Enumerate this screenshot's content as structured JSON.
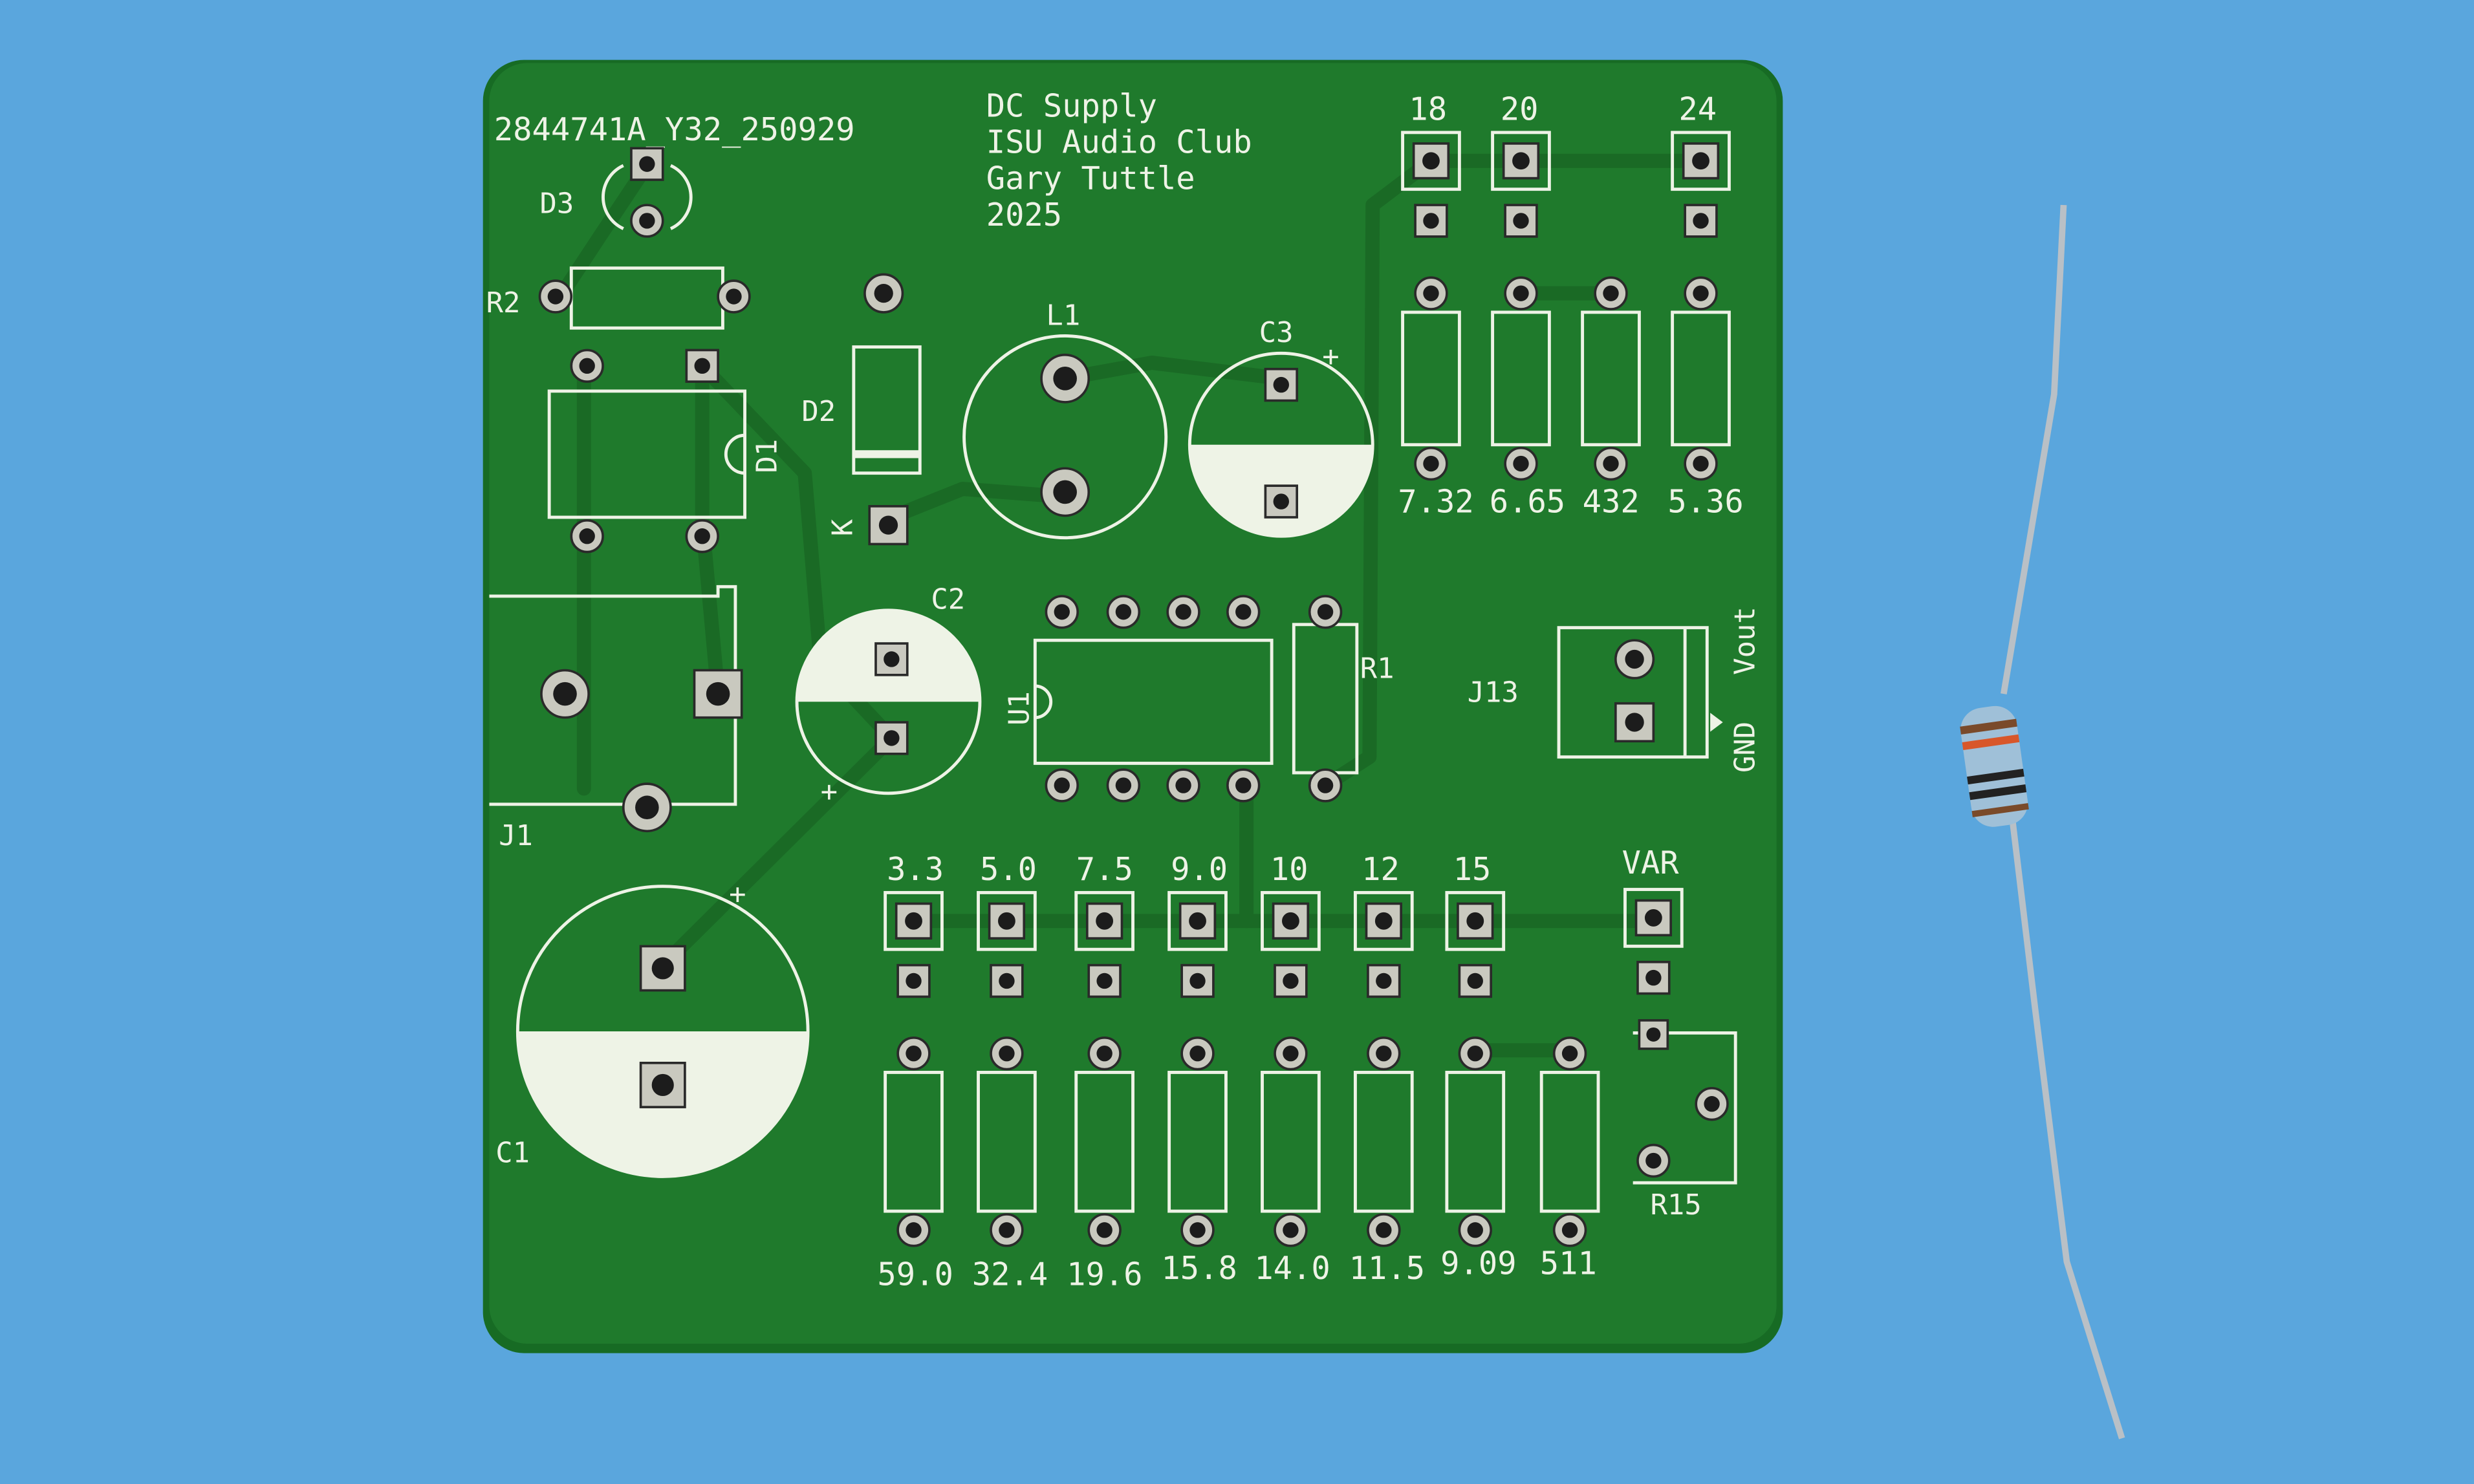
{
  "board": {
    "order_code": "2844741A_Y32_250929",
    "title_lines": [
      "DC Supply",
      "ISU Audio Club",
      "Gary Tuttle",
      "2025"
    ],
    "colors": {
      "background": "#5aa6dd",
      "solder_mask": "#1f7a2c",
      "silkscreen": "#eef3e6"
    }
  },
  "refdes": {
    "d3": "D3",
    "r2": "R2",
    "d1": "D1",
    "d2": "D2",
    "k": "K",
    "l1": "L1",
    "c3": "C3",
    "c2": "C2",
    "u1": "U1",
    "r1": "R1",
    "j1": "J1",
    "c1": "C1",
    "j13": "J13",
    "vout": "Vout",
    "gnd": "GND",
    "r15": "R15",
    "plus": "+"
  },
  "top_selector": {
    "headers": [
      "18",
      "20",
      "24"
    ],
    "values": [
      "7.32",
      "6.65",
      "432",
      "5.36"
    ]
  },
  "bottom_selector": {
    "headers": [
      "3.3",
      "5.0",
      "7.5",
      "9.0",
      "10",
      "12",
      "15",
      "VAR"
    ],
    "values": [
      "59.0",
      "32.4",
      "19.6",
      "15.8",
      "14.0",
      "11.5",
      "9.09",
      "511"
    ]
  }
}
